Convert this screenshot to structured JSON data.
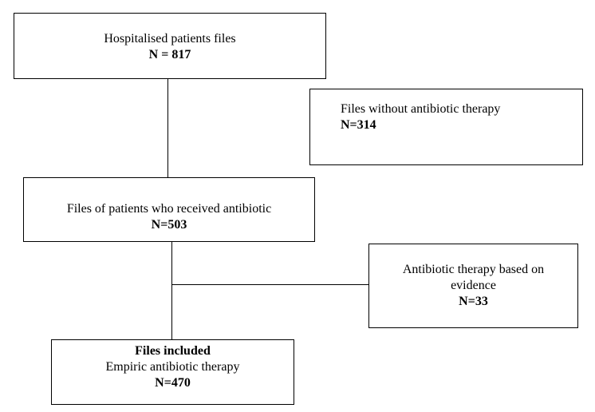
{
  "flow": {
    "hospitalised": {
      "title": "Hospitalised patients files",
      "count": "N = 817"
    },
    "without_antibiotic": {
      "title": "Files without antibiotic therapy",
      "count": "N=314"
    },
    "received_antibiotic": {
      "title": "Files of patients who received antibiotic",
      "count": "N=503"
    },
    "evidence_based": {
      "title_line1": "Antibiotic therapy based on",
      "title_line2": "evidence",
      "count": "N=33"
    },
    "included": {
      "heading": "Files included",
      "title": "Empiric antibiotic therapy",
      "count": "N=470"
    }
  }
}
